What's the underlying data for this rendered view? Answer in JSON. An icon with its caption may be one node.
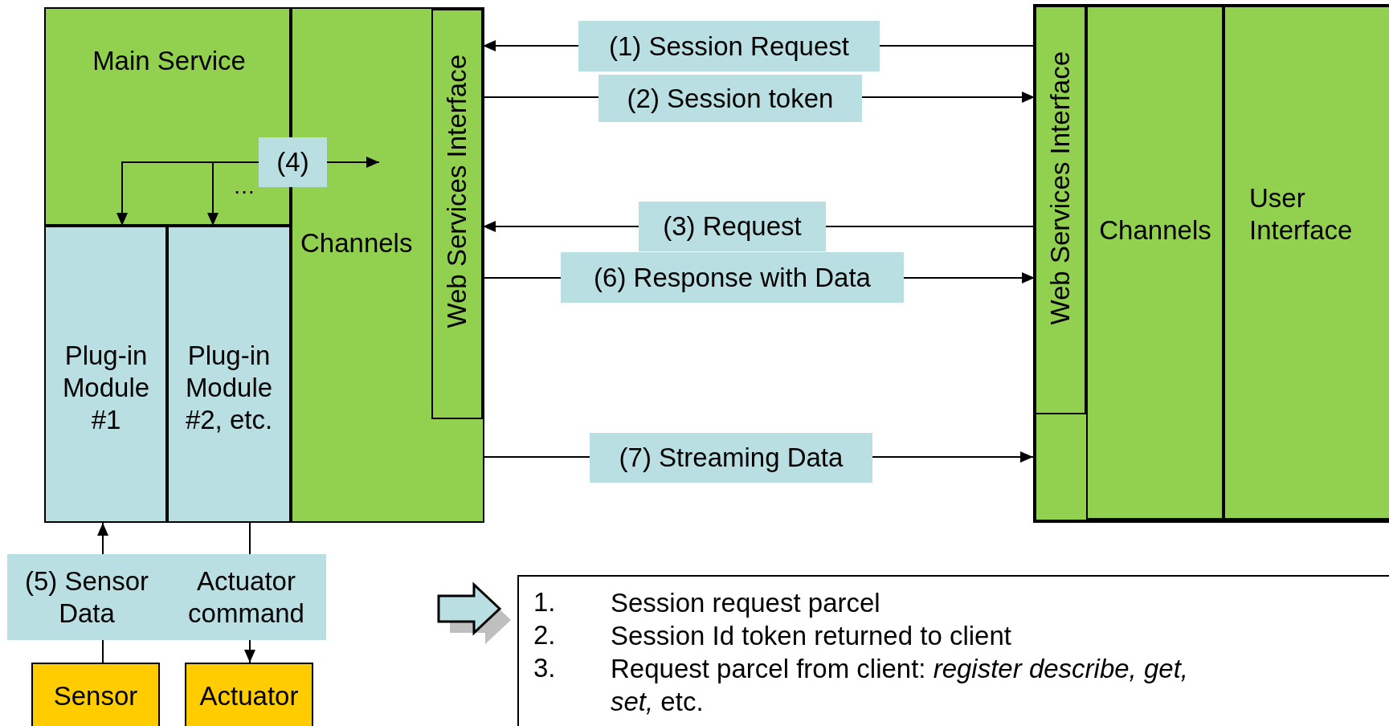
{
  "diagram": {
    "nodes": [
      {
        "text": [],
        "shape": "box"
      },
      {
        "text": [
          "Main Service"
        ],
        "in": 0
      },
      {
        "text": [
          "Channels"
        ],
        "in": 0
      },
      {
        "text": [
          "Web Services Interface"
        ],
        "in": 2
      },
      {
        "text": [
          "Plug-in Module #1"
        ],
        "in": 0
      },
      {
        "text": [
          "Plug-in Module #2, etc."
        ],
        "in": 0
      },
      {
        "text": [],
        "shape": "box"
      },
      {
        "text": [
          "Web Services Interface"
        ],
        "in": 6
      },
      {
        "text": [
          "Channels"
        ],
        "in": 6
      },
      {
        "text": [
          "User Interface"
        ],
        "in": 6
      },
      {
        "text": [
          "Sensor"
        ]
      },
      {
        "text": [
          "Actuator"
        ]
      },
      {
        "text": [
          "1.",
          "Session request parcel",
          "2.",
          "Session Id token returned to client",
          "3.",
          "Request parcel from client: *register describe, get, set,* etc."
        ]
      }
    ],
    "edges": [
      {
        "from": 7,
        "to": 3,
        "arrow": "to",
        "label": "(1) Session Request"
      },
      {
        "from": 3,
        "to": 7,
        "arrow": "to",
        "label": "(2) Session token"
      },
      {
        "from": 7,
        "to": 3,
        "arrow": "to",
        "label": "(3) Request"
      },
      {
        "from": 3,
        "to": 7,
        "arrow": "to",
        "label": "(6) Response with Data"
      },
      {
        "from": 2,
        "to": 6,
        "arrow": "to",
        "label": "(7) Streaming Data"
      },
      {
        "from": 1,
        "to": 4,
        "arrow": "to"
      },
      {
        "from": 1,
        "to": 5,
        "arrow": "to"
      },
      {
        "from": 1,
        "to": null,
        "arrow": "to",
        "label": "(4)"
      },
      {
        "from": 10,
        "to": 4,
        "arrow": "to",
        "label": "(5) Sensor Data"
      },
      {
        "from": 5,
        "to": 11,
        "arrow": "to",
        "label": "Actuator command"
      },
      {
        "from": null,
        "to": 12,
        "arrow": "to",
        "style": "thick"
      }
    ],
    "labels": [
      "…"
    ]
  }
}
